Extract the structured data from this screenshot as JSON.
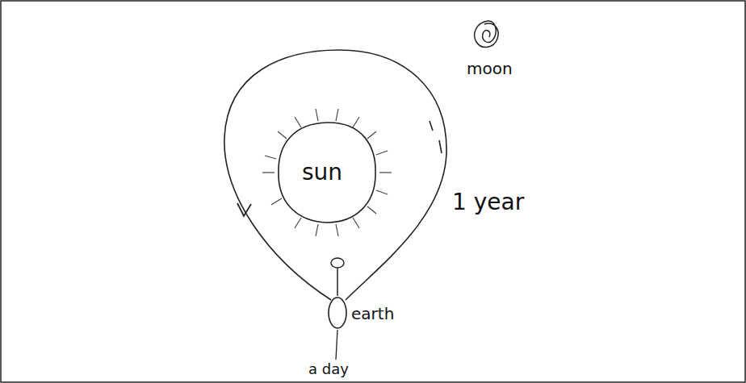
{
  "diagram": {
    "nodes": [
      {
        "text": [
          "sun"
        ]
      },
      {
        "text": [
          "earth"
        ]
      },
      {
        "text": [
          "moon"
        ]
      }
    ],
    "labels": [
      "1 year",
      "a day"
    ]
  }
}
